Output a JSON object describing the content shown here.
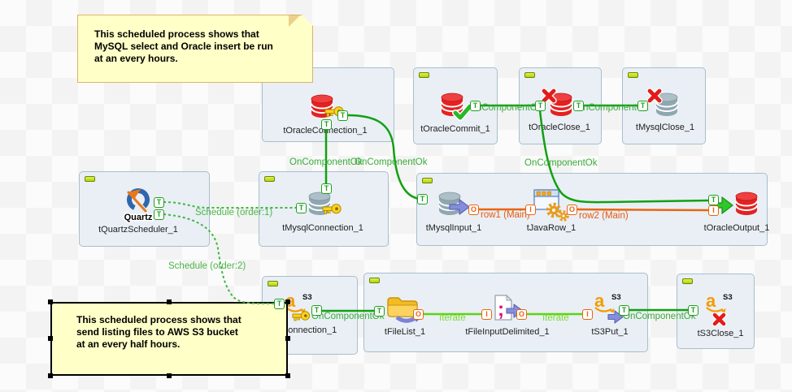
{
  "notes": {
    "top": {
      "line1": "This scheduled process shows that",
      "line2": "MySQL select and Oracle insert be run",
      "line3": "at an every hours."
    },
    "bottom": {
      "line1": "This scheduled process shows that",
      "line2": "send listing files to AWS S3 bucket",
      "line3": "at an every half hours."
    }
  },
  "components": {
    "tOracleConnection": {
      "label": "tOracleConnection_1"
    },
    "tOracleCommit": {
      "label": "tOracleCommit_1"
    },
    "tOracleClose": {
      "label": "tOracleClose_1"
    },
    "tMysqlClose": {
      "label": "tMysqlClose_1"
    },
    "tQuartzScheduler": {
      "label": "tQuartzScheduler_1"
    },
    "tMysqlConnection": {
      "label": "tMysqlConnection_1"
    },
    "tMysqlInput": {
      "label": "tMysqlInput_1"
    },
    "tJavaRow": {
      "label": "tJavaRow_1"
    },
    "tOracleOutput": {
      "label": "tOracleOutput_1"
    },
    "tS3Connection": {
      "label": "tS3Connection_1"
    },
    "tFileList": {
      "label": "tFileList_1"
    },
    "tFileInputDelimited": {
      "label": "tFileInputDelimited_1"
    },
    "tS3Put": {
      "label": "tS3Put_1"
    },
    "tS3Close": {
      "label": "tS3Close_1"
    }
  },
  "links": {
    "conn_to_mysqlconn": "OnComponentOk",
    "conn_to_mysqlinput": "OnComponentOk",
    "commit_to_close": "OnComponentOk",
    "close_to_mysqlclose": "OnComponentOk",
    "output_to_commit": "OnComponentOk",
    "s3conn_to_filelist": "OnComponentOk",
    "s3put_to_s3close": "OnComponentOk",
    "schedule1": "Schedule (order:1)",
    "schedule2": "Schedule (order:2)",
    "iterate1": "Iterate",
    "iterate2": "Iterate",
    "row1": "row1 (Main)",
    "row2": "row2 (Main)"
  },
  "ports": {
    "trigger": "T",
    "input": "I",
    "output": "O"
  },
  "icons": {
    "quartz_text": "Quartz",
    "amazon_a": "a",
    "s3": "S3",
    "semicolon": ";"
  },
  "colors": {
    "trigger_link": "#12a012",
    "iterate_link": "#5ed312",
    "row_link": "#e8650f",
    "schedule_link": "#3eb83e",
    "note_fill": "#ffffc8",
    "container_fill": "#e9eff5",
    "container_border": "#a8bfcc"
  }
}
